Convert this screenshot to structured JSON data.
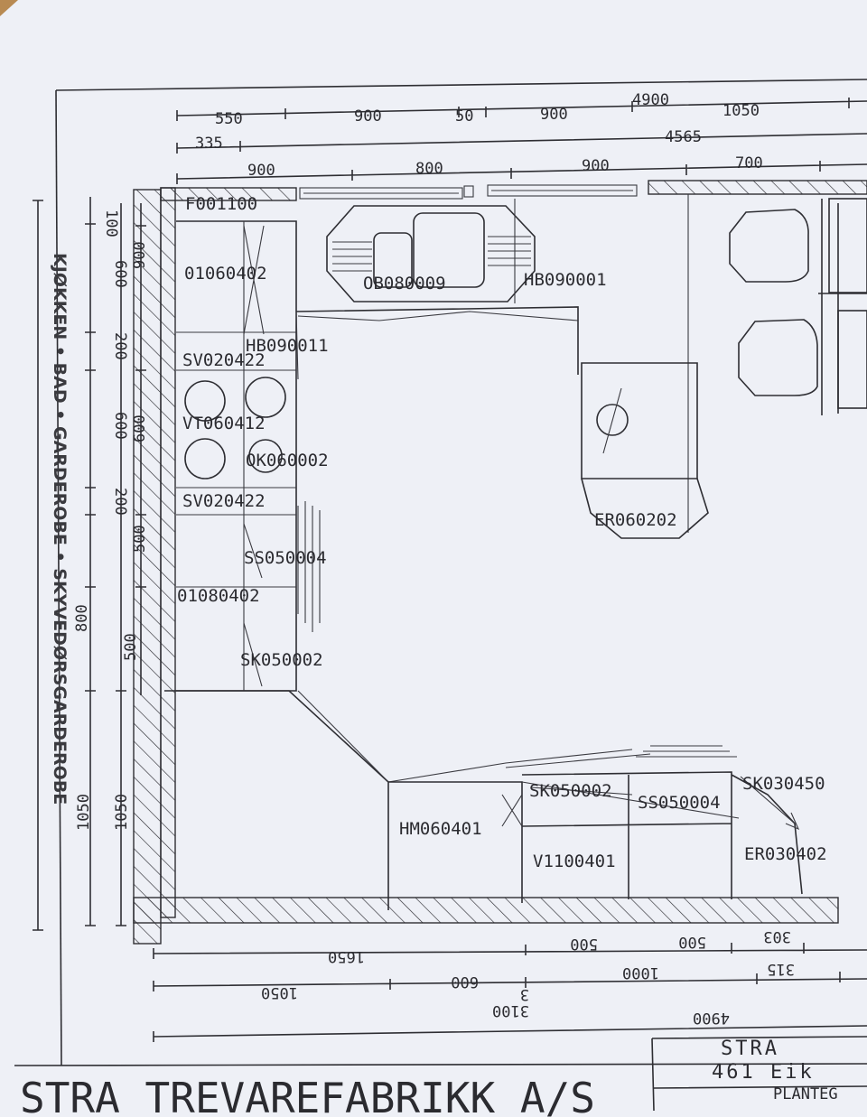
{
  "title_block": {
    "company": "STRA TREVAREFABRIKK A/S",
    "stamp_name": "STRA",
    "stamp_line": "461 Eik",
    "stamp_type": "PLANTEG"
  },
  "side_title": "KJØKKEN • BAD • GARDEROBE • SKYVEDØRSGARDEROBE",
  "cabinets": {
    "filler": "F001100",
    "o1": "01060402",
    "hb_left": "HB090011",
    "sv1": "SV020422",
    "vt": "VT060412",
    "ok": "OK060002",
    "sv2": "SV020422",
    "ss_left": "SS050004",
    "o2": "01080402",
    "sk_left": "SK050002",
    "sink": "OB080009",
    "hb_top": "HB090001",
    "er_right": "ER060202",
    "hm": "HM060401",
    "sk_bottom": "SK050002",
    "ss_bottom": "SS050004",
    "sk_corner": "SK030450",
    "v1": "V1100401",
    "er_bottom": "ER030402"
  },
  "dims_top": {
    "d550": "550",
    "d900a": "900",
    "d50": "50",
    "d900b": "900",
    "d4900": "4900",
    "d1050": "1050",
    "d335": "335",
    "d4565": "4565",
    "d900c": "900",
    "d800": "800",
    "d900d": "900",
    "d700": "700"
  },
  "dims_left": {
    "d100": "100",
    "d900": "900",
    "d600a": "600",
    "d200a": "200",
    "d600b": "600",
    "d600c": "600",
    "d200b": "200",
    "d500a": "500",
    "d800": "800",
    "d500b": "500",
    "d1050a": "1050",
    "d1050b": "1050"
  },
  "dims_bottom": {
    "d1650": "1650",
    "d500a": "500",
    "d500b": "500",
    "d303": "303",
    "d1050": "1050",
    "d600": "600",
    "d1000": "1000",
    "d315": "315",
    "d3": "3",
    "d3100": "3100",
    "d4900": "4900"
  }
}
